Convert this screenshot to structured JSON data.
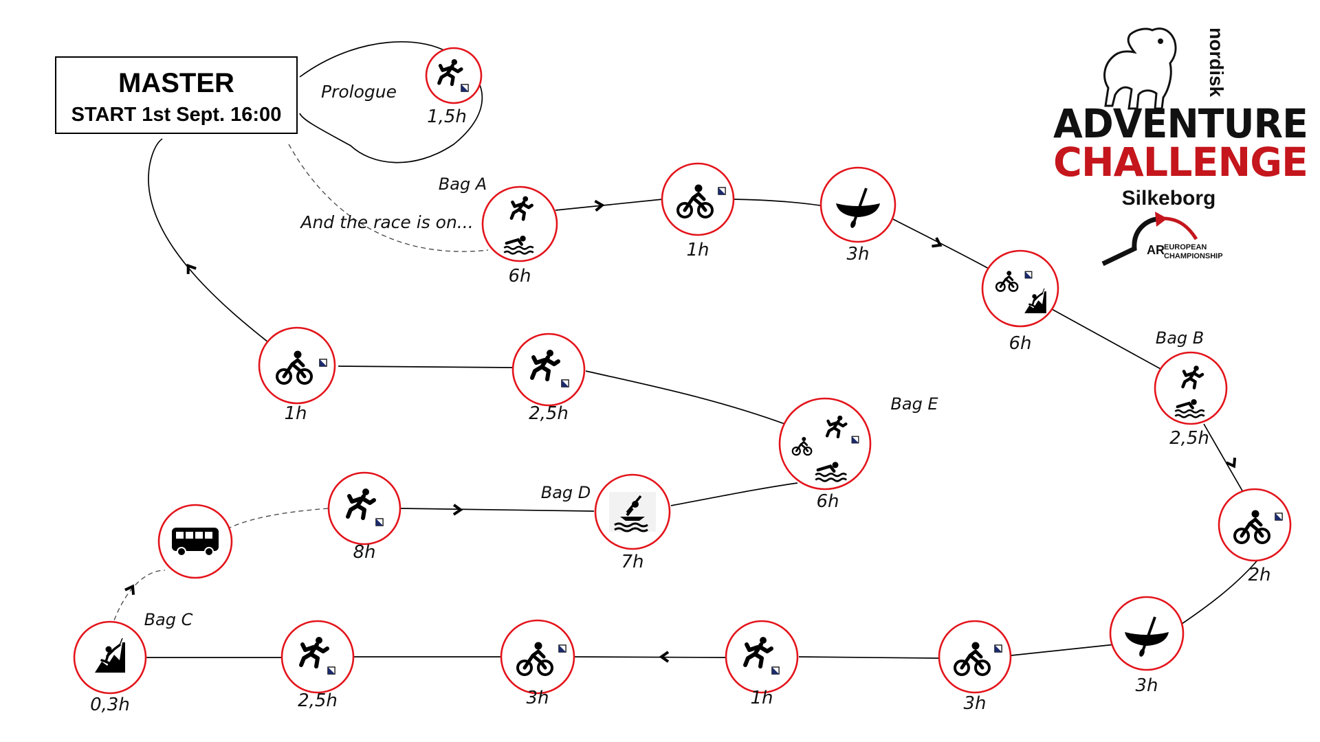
{
  "master": {
    "title": "MASTER",
    "start": "START 1st Sept. 16:00"
  },
  "notes": {
    "prologue": "Prologue",
    "race_on": "And the race is on..."
  },
  "stages": [
    {
      "id": "prologue",
      "duration": "1,5h",
      "disciplines": [
        "run",
        "orienteering"
      ]
    },
    {
      "id": "a",
      "bag": "Bag A",
      "duration": "6h",
      "disciplines": [
        "run",
        "swim"
      ]
    },
    {
      "id": "b1",
      "duration": "1h",
      "disciplines": [
        "bike",
        "orienteering"
      ]
    },
    {
      "id": "c1",
      "duration": "3h",
      "disciplines": [
        "canoe"
      ]
    },
    {
      "id": "d1",
      "duration": "6h",
      "disciplines": [
        "bike",
        "orienteering",
        "climb"
      ]
    },
    {
      "id": "bagb",
      "bag": "Bag B",
      "duration": "2,5h",
      "disciplines": [
        "run",
        "swim"
      ]
    },
    {
      "id": "b2",
      "duration": "2h",
      "disciplines": [
        "bike",
        "orienteering"
      ]
    },
    {
      "id": "c2",
      "duration": "3h",
      "disciplines": [
        "canoe"
      ]
    },
    {
      "id": "b3",
      "duration": "3h",
      "disciplines": [
        "bike",
        "orienteering"
      ]
    },
    {
      "id": "r1",
      "duration": "1h",
      "disciplines": [
        "run",
        "orienteering"
      ]
    },
    {
      "id": "b4",
      "duration": "3h",
      "disciplines": [
        "bike",
        "orienteering"
      ]
    },
    {
      "id": "r2",
      "duration": "2,5h",
      "disciplines": [
        "run",
        "orienteering"
      ]
    },
    {
      "id": "bagc",
      "bag": "Bag C",
      "duration": "0,3h",
      "disciplines": [
        "climb"
      ]
    },
    {
      "id": "bus",
      "duration": "",
      "disciplines": [
        "bus-transfer"
      ]
    },
    {
      "id": "r3",
      "duration": "8h",
      "disciplines": [
        "run",
        "orienteering"
      ]
    },
    {
      "id": "bagd",
      "bag": "Bag D",
      "duration": "7h",
      "disciplines": [
        "kayak"
      ]
    },
    {
      "id": "bage",
      "bag": "Bag E",
      "duration": "6h",
      "disciplines": [
        "bike",
        "run",
        "orienteering",
        "swim"
      ]
    },
    {
      "id": "r4",
      "duration": "2,5h",
      "disciplines": [
        "run",
        "orienteering"
      ]
    },
    {
      "id": "b5",
      "duration": "1h",
      "disciplines": [
        "bike",
        "orienteering"
      ]
    }
  ],
  "logo": {
    "brand": "nordisk",
    "line1": "ADVENTURE",
    "line2": "CHALLENGE",
    "city": "Silkeborg",
    "badge_ar": "AR",
    "badge_line1": "EUROPEAN",
    "badge_line2": "CHAMPIONSHIP",
    "colors": {
      "red": "#c4161c",
      "black": "#111111"
    }
  },
  "colors": {
    "circle_stroke": "#e3141b",
    "route": "#000000"
  }
}
